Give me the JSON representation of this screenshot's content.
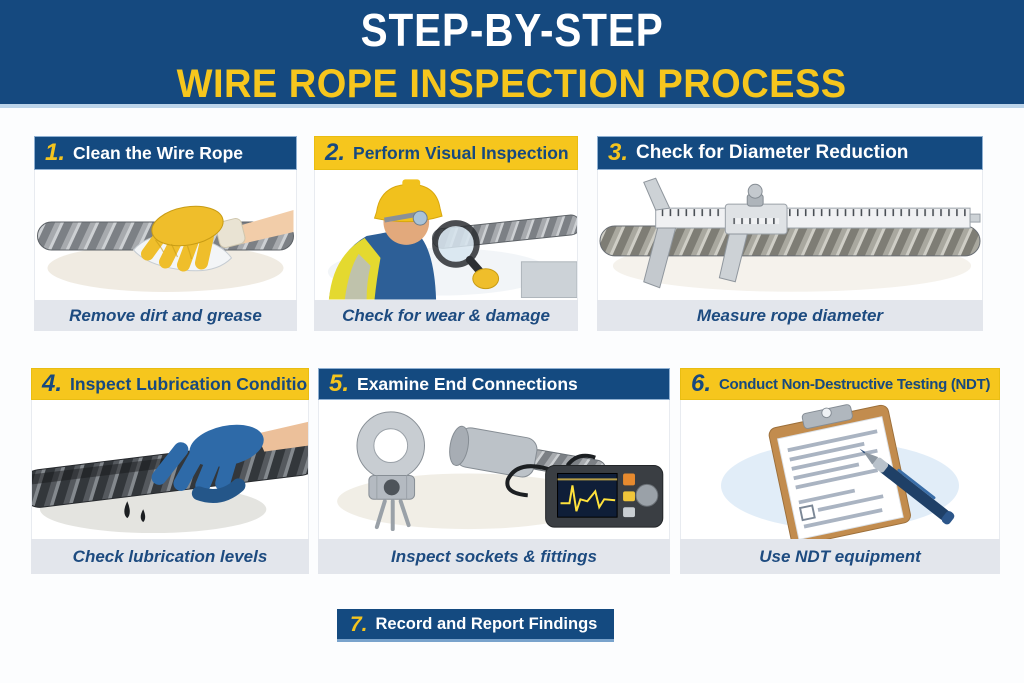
{
  "banner": {
    "title": "STEP-BY-STEP",
    "subtitle": "WIRE ROPE INSPECTION PROCESS"
  },
  "steps": [
    {
      "number": "1.",
      "title": "Clean the Wire Rope",
      "caption": "Remove dirt and grease",
      "header_style": "blue",
      "illustration": "gloved-hand-cleaning-rope"
    },
    {
      "number": "2.",
      "title": "Perform Visual Inspection",
      "caption": "Check for wear & damage",
      "header_style": "yellow",
      "illustration": "worker-with-magnifier"
    },
    {
      "number": "3.",
      "title": "Check for Diameter Reduction",
      "caption": "Measure rope diameter",
      "header_style": "blue",
      "illustration": "caliper-on-rope"
    },
    {
      "number": "4.",
      "title": "Inspect Lubrication Condition",
      "caption": "Check lubrication levels",
      "header_style": "yellow",
      "illustration": "blue-glove-on-greased-rope"
    },
    {
      "number": "5.",
      "title": "Examine End Connections",
      "caption": "Inspect sockets & fittings",
      "header_style": "blue",
      "illustration": "socket-fittings-ndt-device"
    },
    {
      "number": "6.",
      "title": "Conduct Non-Destructive Testing (NDT)",
      "caption": "Use NDT equipment",
      "header_style": "yellow",
      "illustration": "clipboard-and-pen"
    }
  ],
  "footer_step": {
    "number": "7.",
    "title": "Record and Report Findings"
  },
  "colors": {
    "banner_blue": "#15497f",
    "header_blue": "#144a80",
    "accent_yellow": "#f6c61d",
    "caption_bg": "#e3e6ec",
    "caption_text": "#1d4b80",
    "number_yellow": "#f4c41e"
  }
}
